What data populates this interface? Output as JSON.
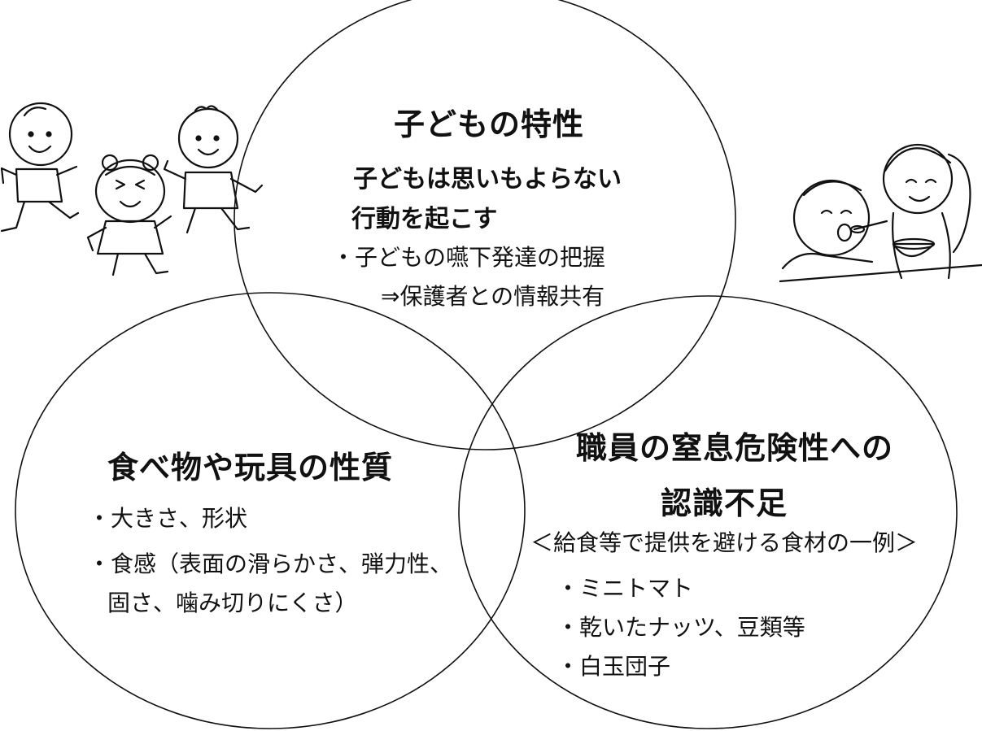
{
  "top_circle": {
    "heading": "子どもの特性",
    "subheading_line1": "子どもは思いもよらない",
    "subheading_line2": "行動を起こす",
    "item1": "・子どもの嚥下発達の把握",
    "item2": "⇒保護者との情報共有"
  },
  "left_circle": {
    "heading": "食べ物や玩具の性質",
    "item1": "・大きさ、形状",
    "item2": "・食感（表面の滑らかさ、弾力性、",
    "item2_cont": "固さ、噛み切りにくさ）"
  },
  "right_circle": {
    "heading_line1": "職員の窒息危険性への",
    "heading_line2": "認識不足",
    "note": "＜給食等で提供を避ける食材の一例＞",
    "item1": "・ミニトマト",
    "item2": "・乾いたナッツ、豆類等",
    "item3": "・白玉団子"
  },
  "illustrations": {
    "left": "children-running-illustration",
    "right": "caregiver-feeding-child-illustration"
  }
}
